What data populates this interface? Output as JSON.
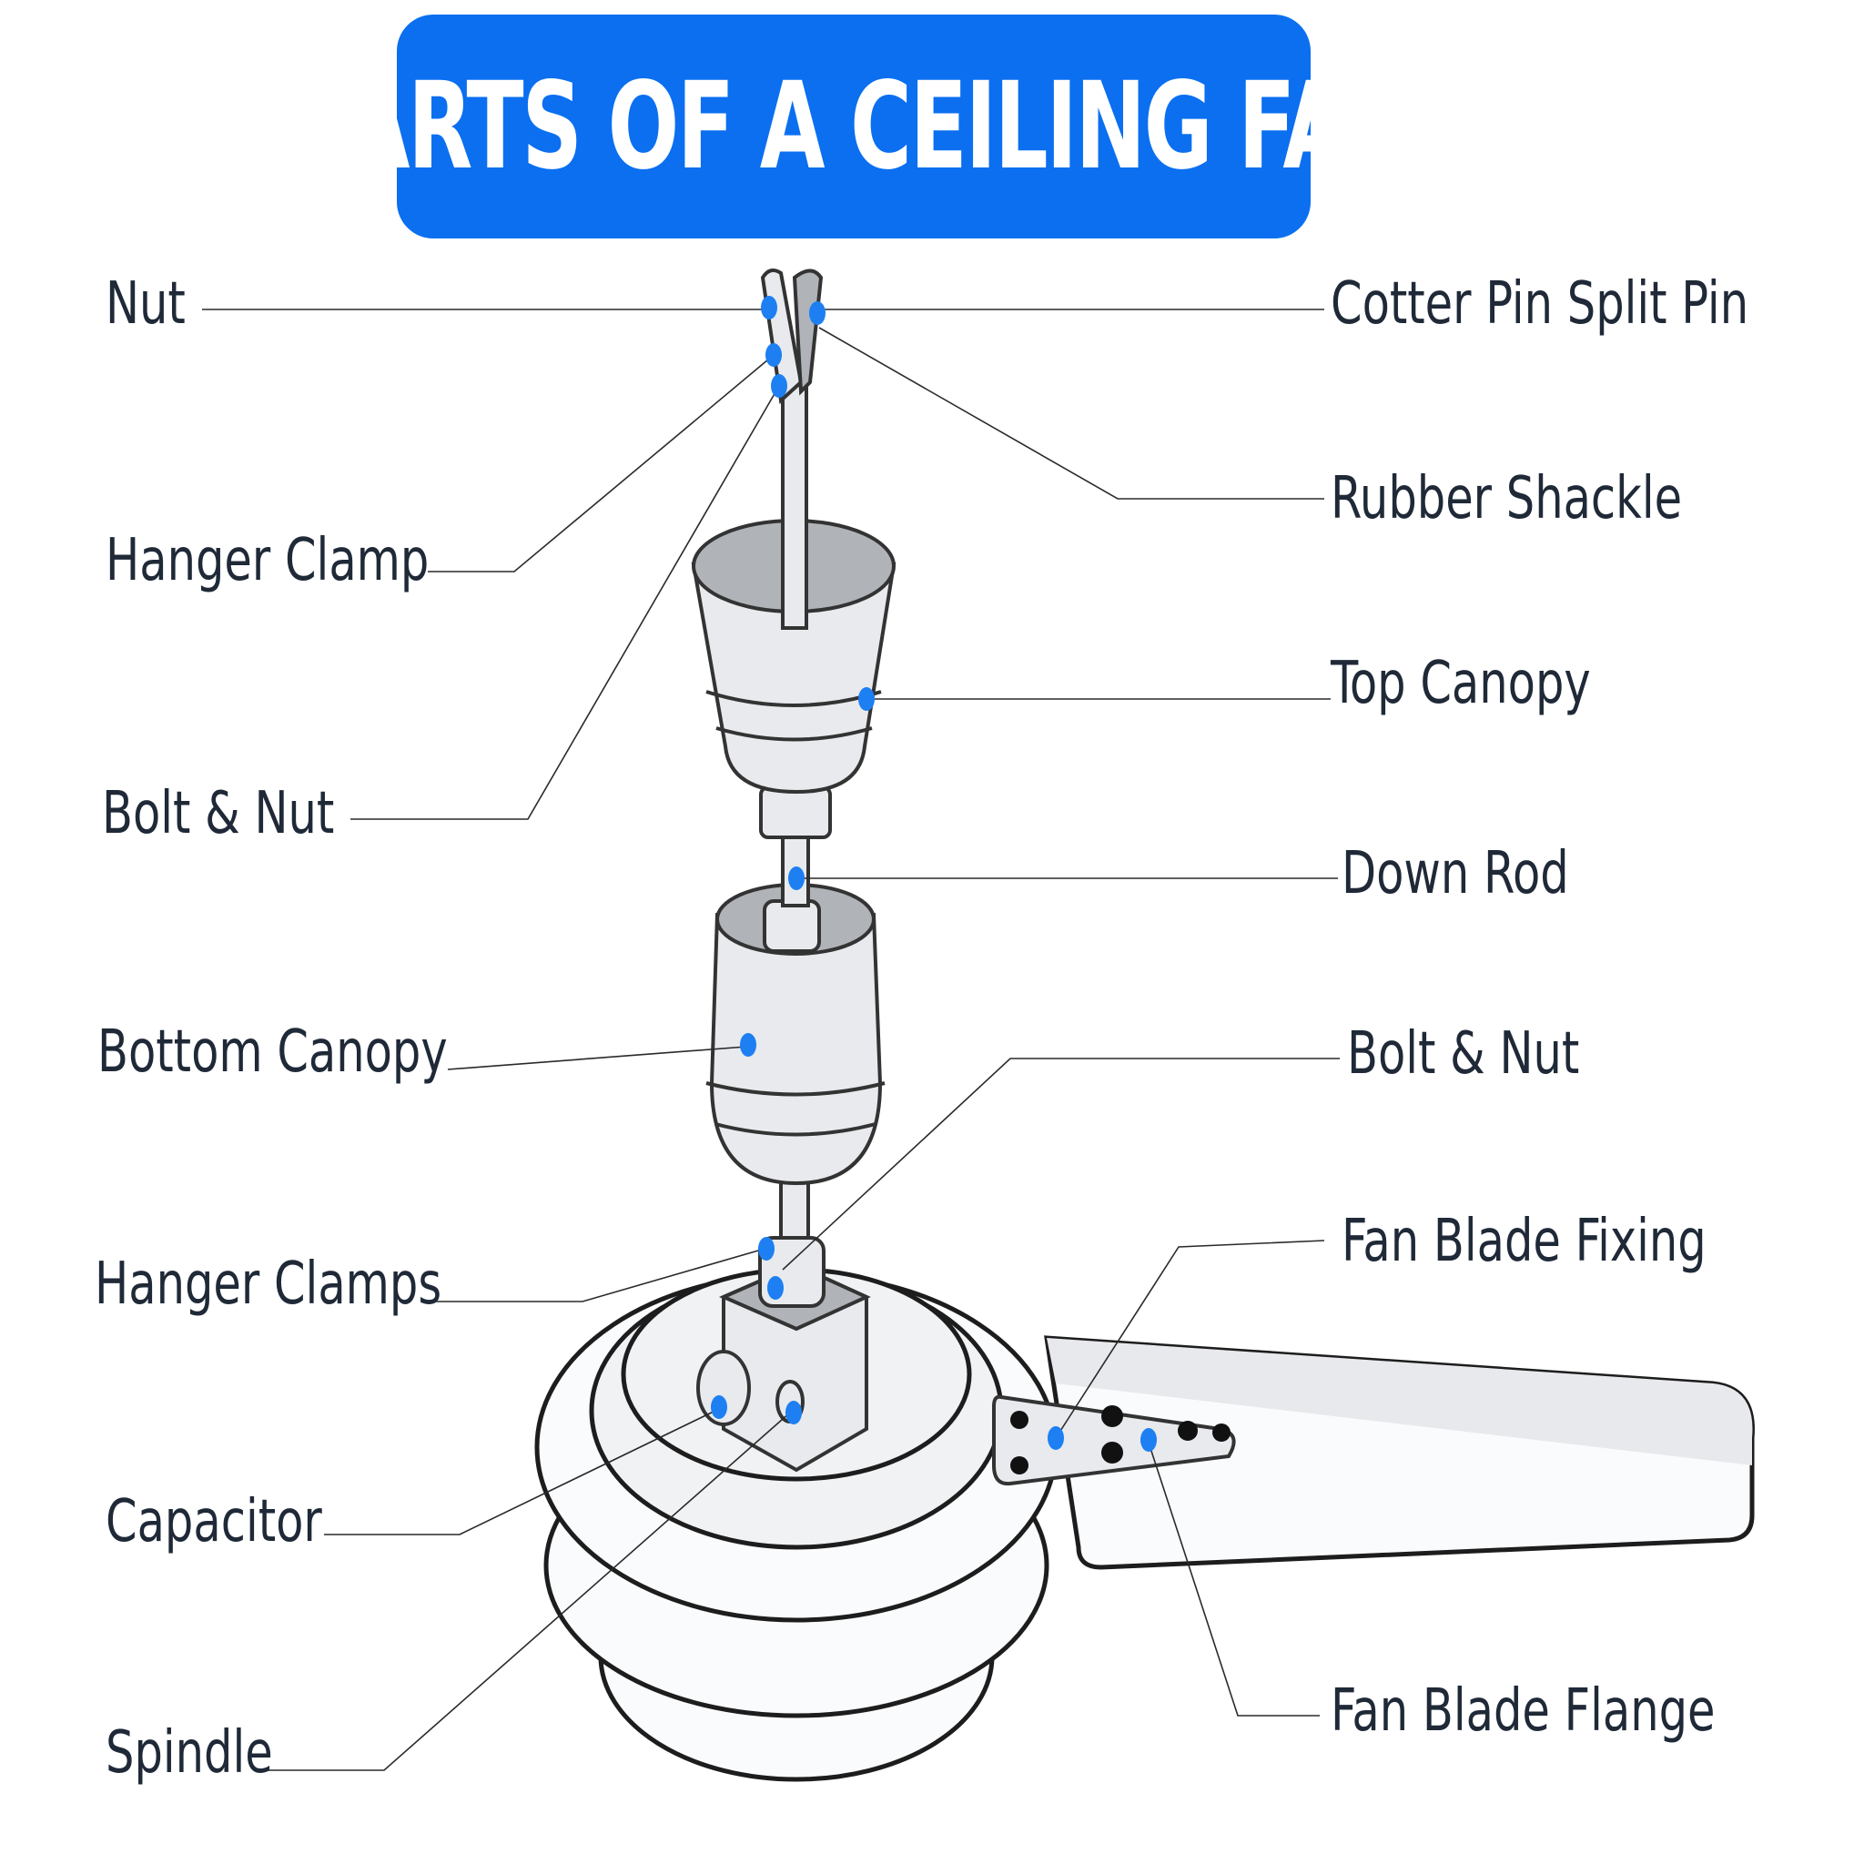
{
  "title": "PARTS OF A CEILING FAN",
  "colors": {
    "banner": "#0b6ff0",
    "label_text": "#1f2937",
    "marker_dot": "#1d7ff2"
  },
  "labels": {
    "left": [
      "Nut",
      "Hanger Clamp",
      "Bolt & Nut",
      "Bottom Canopy",
      "Hanger Clamps",
      "Capacitor",
      "Spindle"
    ],
    "right": [
      "Cotter Pin Split Pin",
      "Rubber Shackle",
      "Top Canopy",
      "Down Rod",
      "Bolt & Nut",
      "Fan Blade Fixing",
      "Fan Blade Flange"
    ]
  }
}
